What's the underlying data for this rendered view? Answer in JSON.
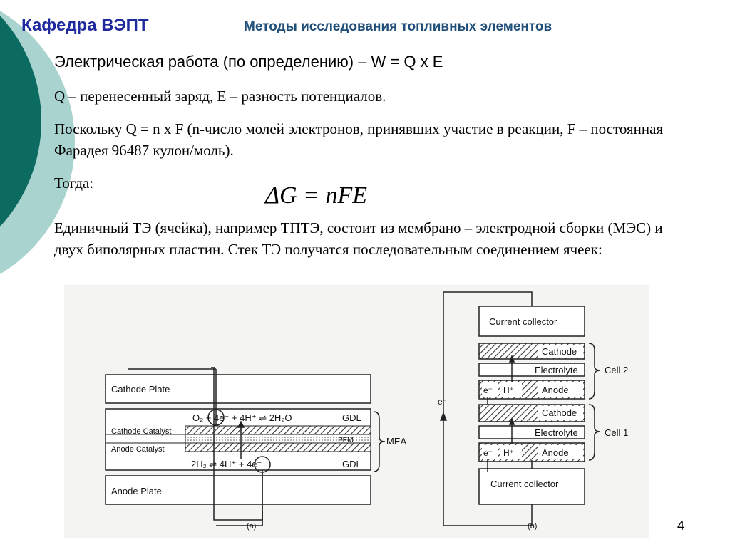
{
  "header": {
    "department": "Кафедра ВЭПТ",
    "title": "Методы исследования топливных элементов"
  },
  "content": {
    "line1": "Электрическая работа (по определению) – W = Q x E",
    "line2": "Q – перенесенный заряд, Е – разность потенциалов.",
    "line3": "Поскольку Q = n x F (n-число молей электронов, принявших участие в реакции, F – постоянная Фарадея 96487 кулон/моль).",
    "line4": "Тогда:",
    "formula": "ΔG = nFE",
    "line5": "Единичный ТЭ (ячейка), например ТПТЭ, состоит из мембрано – электродной сборки (МЭС) и двух биполярных пластин. Стек ТЭ получатся последовательным соединением  ячеек:"
  },
  "figure_a": {
    "cathode_plate": "Cathode Plate",
    "reaction_top": "O₂ + 4e⁻ + 4H⁺ ⇌ 2H₂O",
    "gdl_top": "GDL",
    "cathode_catalyst": "Cathode Catalyst",
    "pem": "PEM",
    "anode_catalyst": "Anode Catalyst",
    "reaction_bottom": "2H₂ ⇌ 4H⁺ + 4e⁻",
    "gdl_bottom": "GDL",
    "mea": "MEA",
    "anode_plate": "Anode Plate",
    "caption": "(a)"
  },
  "figure_b": {
    "collector_top": "Current collector",
    "cathode_1": "Cathode",
    "electrolyte_1": "Electrolyte",
    "anode_1": "Anode",
    "cell_2": "Cell 2",
    "cathode_2": "Cathode",
    "electrolyte_2": "Electrolyte",
    "anode_2": "Anode",
    "cell_1": "Cell 1",
    "collector_bottom": "Current collector",
    "electron": "e⁻",
    "proton": "H⁺",
    "caption": "(b)"
  },
  "page_number": "4",
  "colors": {
    "header_blue": "#1f2a9e",
    "title_blue": "#1f4e79",
    "deco_dark": "#0b6b60",
    "deco_light": "#9ccbc6"
  }
}
